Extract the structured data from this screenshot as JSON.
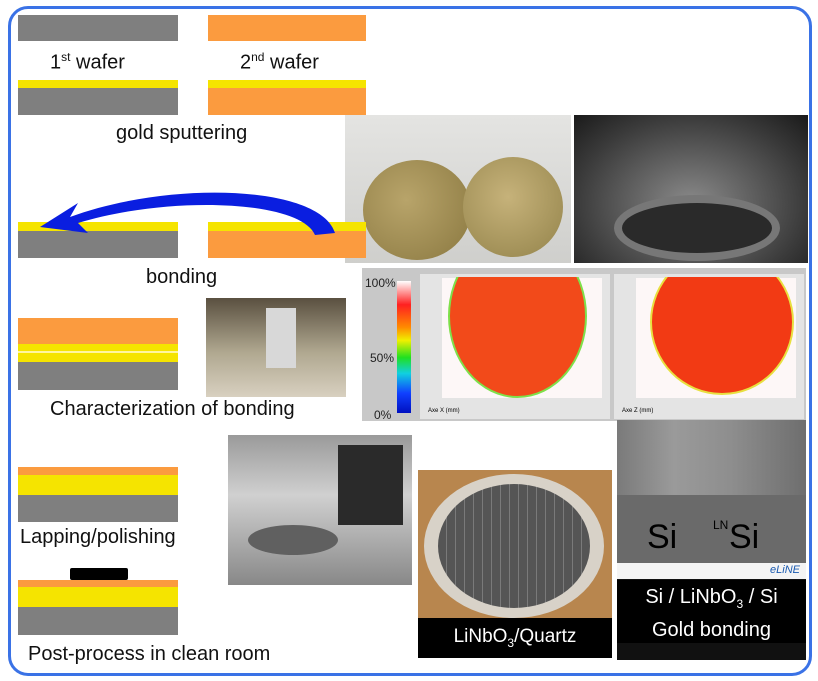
{
  "labels": {
    "wafer1": "1",
    "wafer1_sup": "st",
    "wafer1_rest": " wafer",
    "wafer2": "2",
    "wafer2_sup": "nd",
    "wafer2_rest": " wafer",
    "gold_sputtering": "gold sputtering",
    "bonding": "bonding",
    "characterization": "Characterization of bonding",
    "lapping": "Lapping/polishing",
    "post_process": "Post-process in clean room"
  },
  "ultrasound": {
    "colorbar_top": "100%",
    "colorbar_mid": "50%",
    "colorbar_bottom": "0%",
    "x_axis": "Axe X (mm)",
    "y_axis": "Axe Z (mm)"
  },
  "sem": {
    "left": "Si",
    "mid_sup": "LN",
    "right": "Si",
    "logo": "eLiNE",
    "caption_line1_a": "Si / LiNbO",
    "caption_line1_sub": "3",
    "caption_line1_b": " / Si",
    "caption_line2": "Gold bonding"
  },
  "quartz": {
    "caption_a": "LiNbO",
    "caption_sub": "3",
    "caption_b": "/Quartz"
  },
  "colors": {
    "si": "#7f7f7f",
    "ln": "#fb9b3f",
    "gold": "#f5e400",
    "arrow": "#0a1ee0",
    "frame": "#3a72e6"
  }
}
